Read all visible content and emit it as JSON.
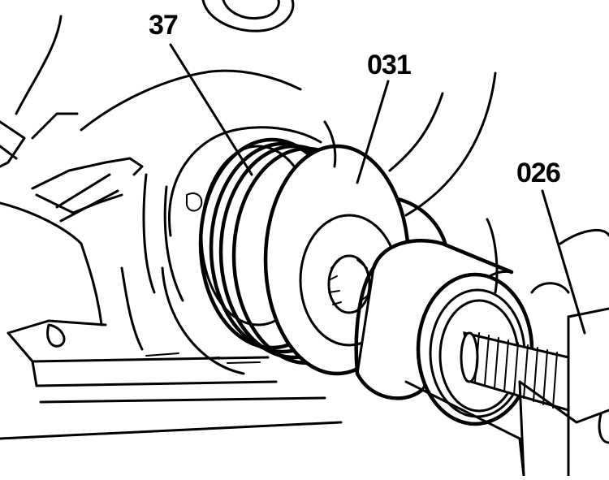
{
  "callouts": {
    "part_37": "37",
    "part_031": "031",
    "part_026": "026"
  },
  "colors": {
    "ink": "#000000",
    "paper": "#ffffff"
  }
}
